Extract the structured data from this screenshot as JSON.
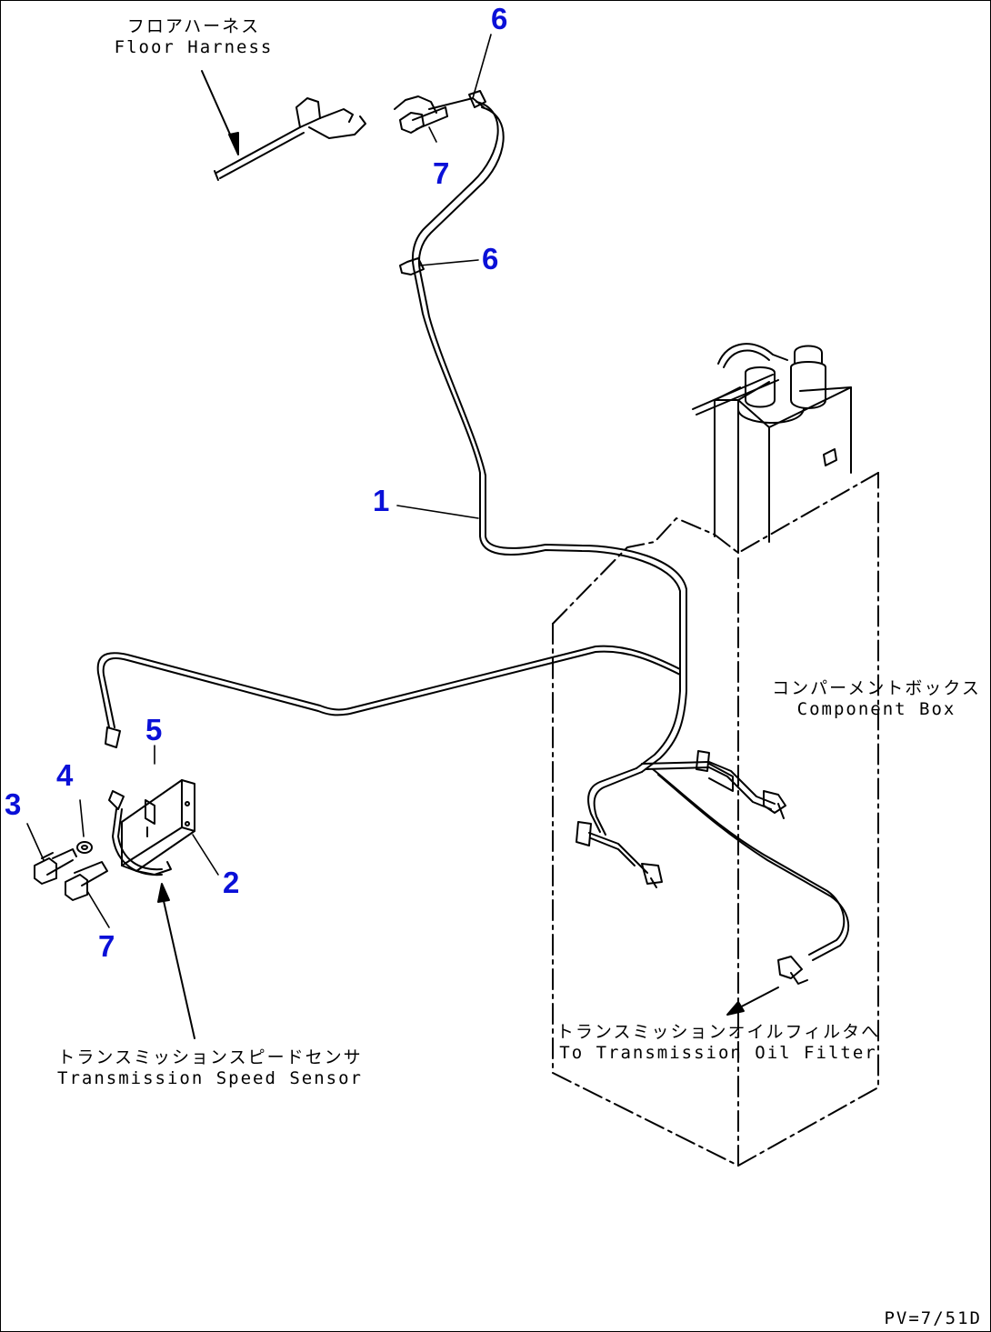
{
  "callouts": {
    "c1": "1",
    "c2": "2",
    "c3": "3",
    "c4": "4",
    "c5": "5",
    "c6a": "6",
    "c6b": "6",
    "c7a": "7",
    "c7b": "7"
  },
  "labels": {
    "floor_harness_jp": "フロアハーネス",
    "floor_harness_en": "Floor Harness",
    "component_box_jp": "コンパーメントボックス",
    "component_box_en": "Component Box",
    "oil_filter_jp": "トランスミッションオイルフィルタへ",
    "oil_filter_en": "To Transmission Oil Filter",
    "speed_sensor_jp": "トランスミッションスピードセンサ",
    "speed_sensor_en": "Transmission Speed Sensor"
  },
  "drawing_ref": "PV=7/51D",
  "colors": {
    "callout": "#0a10d8",
    "line": "#000000",
    "background": "#ffffff"
  }
}
